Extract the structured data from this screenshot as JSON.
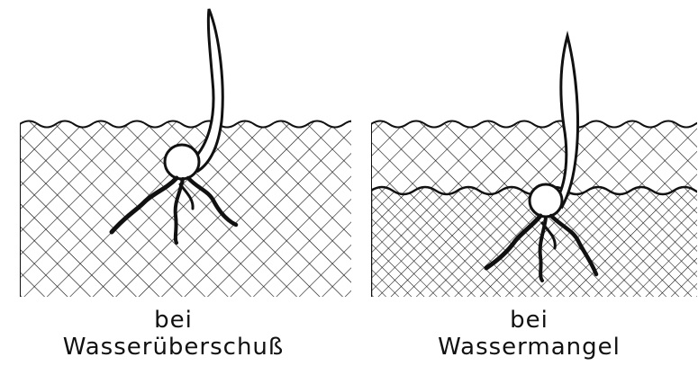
{
  "panels": [
    {
      "caption_line1": "bei",
      "caption_line2": "Wasserüberschuß"
    },
    {
      "caption_line1": "bei",
      "caption_line2": "Wassermangel"
    }
  ],
  "colors": {
    "ink": "#111111",
    "background": "#ffffff"
  }
}
